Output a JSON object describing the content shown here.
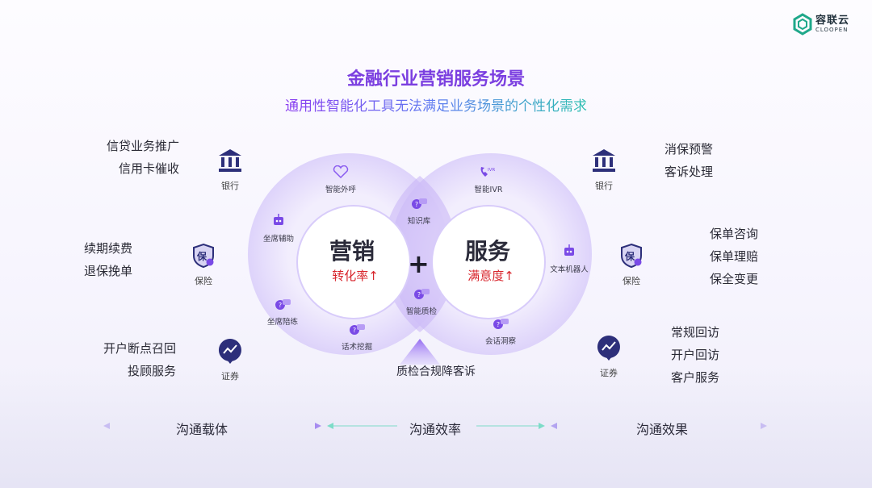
{
  "brand": {
    "name_cn": "容联云",
    "name_en": "CLOOPEN"
  },
  "header": {
    "title": "金融行业营销服务场景",
    "subtitle": "通用性智能化工具无法满足业务场景的个性化需求"
  },
  "left": {
    "bank": {
      "label": "银行",
      "items": [
        "信贷业务推广",
        "信用卡催收"
      ]
    },
    "insurance": {
      "label": "保险",
      "items": [
        "续期续费",
        "退保挽单"
      ]
    },
    "securities": {
      "label": "证券",
      "items": [
        "开户断点召回",
        "投顾服务"
      ]
    }
  },
  "right": {
    "bank": {
      "label": "银行",
      "items": [
        "消保预警",
        "客诉处理"
      ]
    },
    "insurance": {
      "label": "保险",
      "items": [
        "保单咨询",
        "保单理赔",
        "保全变更"
      ]
    },
    "securities": {
      "label": "证券",
      "items": [
        "常规回访",
        "开户回访",
        "客户服务"
      ]
    }
  },
  "center": {
    "marketing": {
      "title": "营销",
      "metric": "转化率↑"
    },
    "service": {
      "title": "服务",
      "metric": "满意度↑"
    },
    "plus": "+",
    "tools": {
      "smart_outbound": "智能外呼",
      "agent_assist": "坐席辅助",
      "agent_training": "坐席陪练",
      "script_mining": "话术挖掘",
      "knowledge_base": "知识库",
      "smart_qa": "智能质检",
      "smart_ivr": "智能IVR",
      "text_robot": "文本机器人",
      "conversation_insight": "会话洞察"
    },
    "ivr_tag": "IVR",
    "insurance_tag": "保",
    "bottom_label": "质检合规降客诉"
  },
  "axis": {
    "carrier": "沟通载体",
    "efficiency": "沟通效率",
    "effect": "沟通效果"
  },
  "colors": {
    "purple": "#7b3fe0",
    "icon_navy": "#2d2f7a",
    "red": "#d8252c",
    "teal": "#3cc4b4",
    "brand": "#1fa88a"
  }
}
